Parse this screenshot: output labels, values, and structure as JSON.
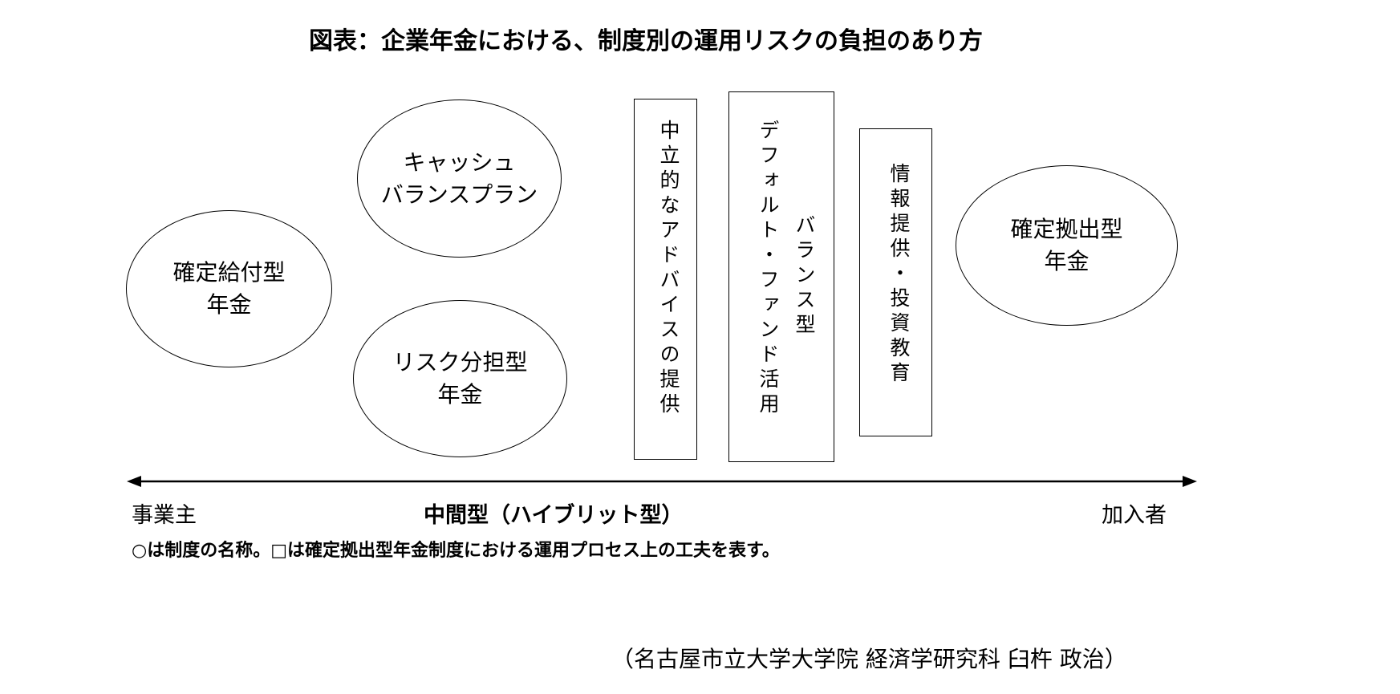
{
  "title": "図表：企業年金における、制度別の運用リスクの負担のあり方",
  "ellipses": {
    "defined_benefit": [
      "確定給付型",
      "年金"
    ],
    "cash_balance": [
      "キャッシュ",
      "バランスプラン"
    ],
    "risk_sharing": [
      "リスク分担型",
      "年金"
    ],
    "defined_contribution": [
      "確定拠出型",
      "年金"
    ]
  },
  "boxes": {
    "neutral_advice": [
      "中立的なアドバイスの提供"
    ],
    "balanced_default": [
      "バランス型",
      "デフォルト・ファンド活用"
    ],
    "info_education": [
      "情報提供・投資教育"
    ]
  },
  "axis": {
    "left": "事業主",
    "center": "中間型（ハイブリット型）",
    "right": "加入者"
  },
  "note": "○は制度の名称。□は確定拠出型年金制度における運用プロセス上の工夫を表す。",
  "credit": "（名古屋市立大学大学院 経済学研究科 臼杵 政治）"
}
